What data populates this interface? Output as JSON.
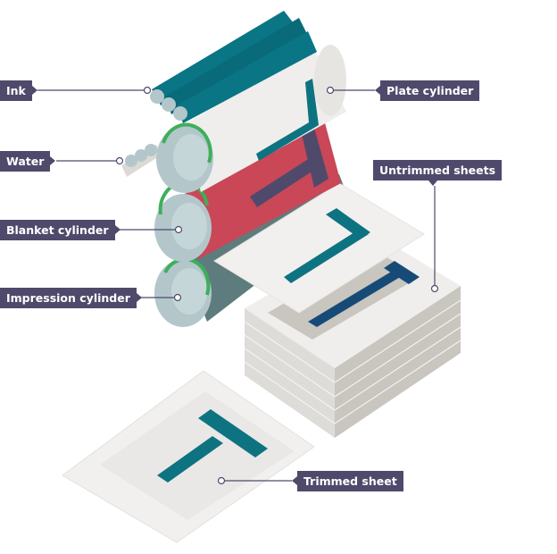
{
  "labels": {
    "ink": "Ink",
    "water": "Water",
    "blanket_cylinder": "Blanket cylinder",
    "impression_cylinder": "Impression cylinder",
    "plate_cylinder": "Plate cylinder",
    "untrimmed_sheets": "Untrimmed sheets",
    "trimmed_sheet": "Trimmed sheet"
  },
  "colors": {
    "label_bg": "#4f4a6b",
    "ink_teal": "#0a7585",
    "blanket_red": "#c94757",
    "cylinder_end": "#b3c7cb",
    "arrow_green": "#3fae5b",
    "letter_teal": "#0e7381",
    "letter_navy": "#174b77"
  }
}
